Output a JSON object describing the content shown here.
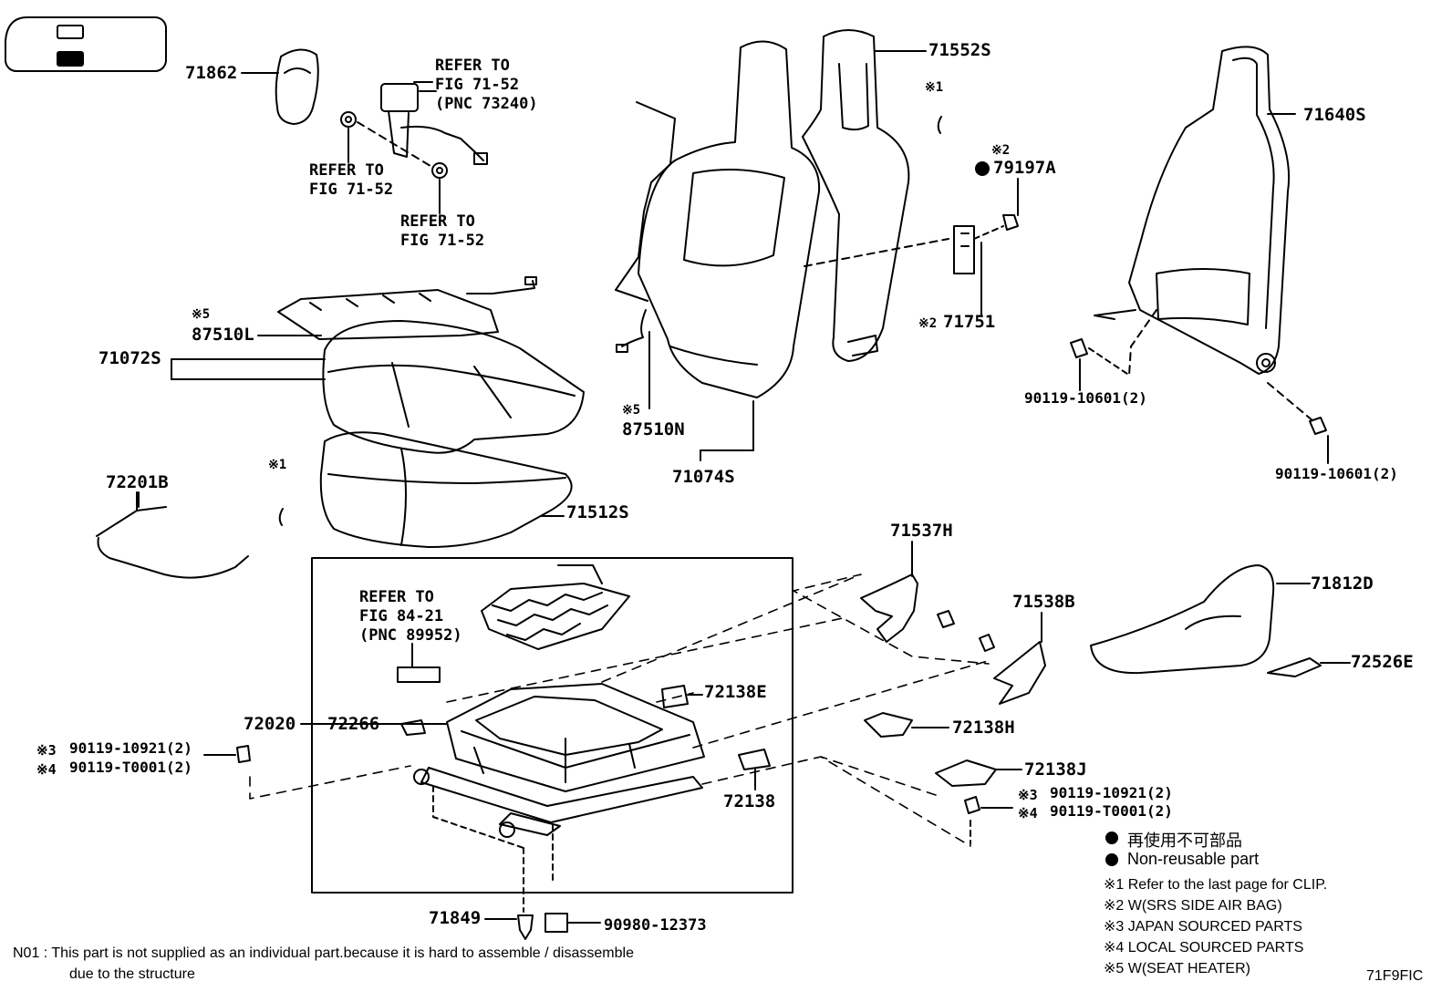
{
  "diagram_id": "71F9FIC",
  "parts": {
    "p71862": "71862",
    "p71552S": "71552S",
    "p71640S": "71640S",
    "p79197A": "79197A",
    "p71751": "71751",
    "p87510L": "87510L",
    "p71072S": "71072S",
    "p87510N": "87510N",
    "p71074S": "71074S",
    "p72201B": "72201B",
    "p71512S": "71512S",
    "p90119_10601_a": "90119-10601(2)",
    "p90119_10601_b": "90119-10601(2)",
    "p71537H": "71537H",
    "p71538B": "71538B",
    "p71812D": "71812D",
    "p72526E": "72526E",
    "p72138E": "72138E",
    "p72020": "72020",
    "p72266": "72266",
    "p72138H": "72138H",
    "p72138J": "72138J",
    "p72138": "72138",
    "p90119_10921_l": "90119-10921(2)",
    "p90119_T0001_l": "90119-T0001(2)",
    "p90119_10921_r": "90119-10921(2)",
    "p90119_T0001_r": "90119-T0001(2)",
    "p71849": "71849",
    "p90980_12373": "90980-12373"
  },
  "marks": {
    "m1": "※1",
    "m2": "※2",
    "m3": "※3",
    "m4": "※4",
    "m5": "※5"
  },
  "refs": {
    "seatbelt_fig": "REFER TO\nFIG 71-52\n(PNC 73240)",
    "anchor_a": "REFER TO\nFIG 71-52",
    "anchor_b": "REFER TO\nFIG 71-52",
    "wiring": "REFER TO\nFIG 84-21\n(PNC 89952)"
  },
  "legend": {
    "non_reusable_jp": "再使用不可部品",
    "non_reusable_en": "Non-reusable part",
    "note1": "※1  Refer to the last page for CLIP.",
    "note2": "※2  W(SRS SIDE AIR BAG)",
    "note3": "※3  JAPAN SOURCED PARTS",
    "note4": "※4  LOCAL SOURCED PARTS",
    "note5": "※5  W(SEAT HEATER)"
  },
  "footnote": {
    "line1": "N01 : This part is not supplied as an individual part.because it is hard to assemble / disassemble",
    "line2": "due to the structure"
  }
}
